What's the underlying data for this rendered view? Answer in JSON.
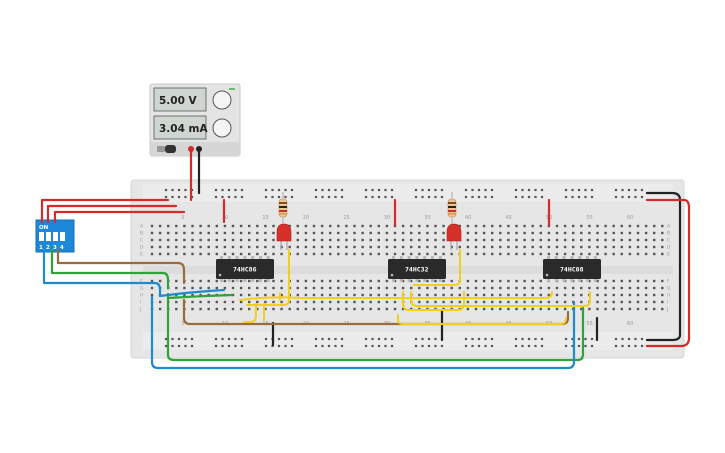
{
  "power_supply": {
    "voltage_readout": "5.00 V",
    "current_readout": "3.04 mA"
  },
  "breadboard": {
    "column_numbers": [
      "5",
      "10",
      "15",
      "20",
      "25",
      "30",
      "35",
      "40",
      "45",
      "50",
      "55",
      "60"
    ],
    "row_letters_top": [
      "A",
      "B",
      "C",
      "D",
      "E"
    ],
    "row_letters_bottom": [
      "F",
      "G",
      "H",
      "I",
      "J"
    ]
  },
  "chips": [
    {
      "id": "u1",
      "label": "74HC86"
    },
    {
      "id": "u2",
      "label": "74HC32"
    },
    {
      "id": "u3",
      "label": "74HC08"
    }
  ],
  "dip_switch": {
    "on_label": "ON",
    "numbers": [
      "1",
      "2",
      "3",
      "4"
    ]
  },
  "colors": {
    "wire_red": "#d42a2a",
    "wire_black": "#222222",
    "wire_brown": "#9a6b3e",
    "wire_green": "#2fa33a",
    "wire_blue": "#1d8ccf",
    "wire_yellow": "#f2cf1a",
    "led_red": "#d6302b",
    "dip_blue": "#1e88d8",
    "chip_body": "#2a2a2a"
  }
}
